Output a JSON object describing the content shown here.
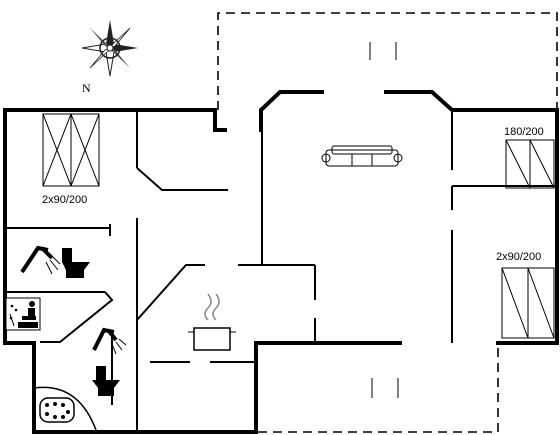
{
  "compass": {
    "label": "N"
  },
  "beds": {
    "left_bedroom": "2x90/200",
    "right_top_bedroom": "180/200",
    "right_bottom_bedroom": "2x90/200"
  },
  "icons": [
    "compass-icon",
    "sofa-icon",
    "stove-pot-icon",
    "shower-icon",
    "toilet-icon",
    "sauna-icon",
    "jacuzzi-icon",
    "bed-icon"
  ]
}
